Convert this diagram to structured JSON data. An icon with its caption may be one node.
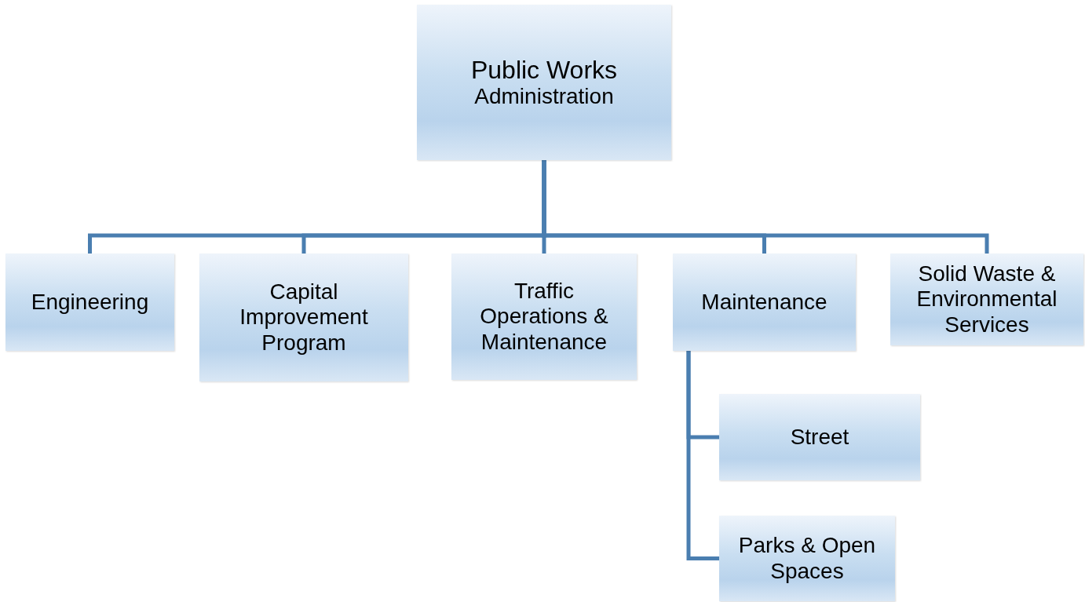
{
  "diagram": {
    "nodes": [
      {
        "text": [
          "Public Works",
          "Administration"
        ]
      },
      {
        "text": [
          "Engineering"
        ]
      },
      {
        "text": [
          "Capital Improvement Program"
        ]
      },
      {
        "text": [
          "Traffic Operations & Maintenance"
        ]
      },
      {
        "text": [
          "Maintenance"
        ]
      },
      {
        "text": [
          "Solid Waste & Environmental Services"
        ]
      },
      {
        "text": [
          "Street"
        ]
      },
      {
        "text": [
          "Parks & Open Spaces"
        ]
      }
    ],
    "edges": [
      {
        "from": 0,
        "to": 1,
        "arrow": "none"
      },
      {
        "from": 0,
        "to": 2,
        "arrow": "none"
      },
      {
        "from": 0,
        "to": 3,
        "arrow": "none"
      },
      {
        "from": 0,
        "to": 4,
        "arrow": "none"
      },
      {
        "from": 0,
        "to": 5,
        "arrow": "none"
      },
      {
        "from": 4,
        "to": 6,
        "arrow": "none"
      },
      {
        "from": 4,
        "to": 7,
        "arrow": "none"
      }
    ]
  }
}
